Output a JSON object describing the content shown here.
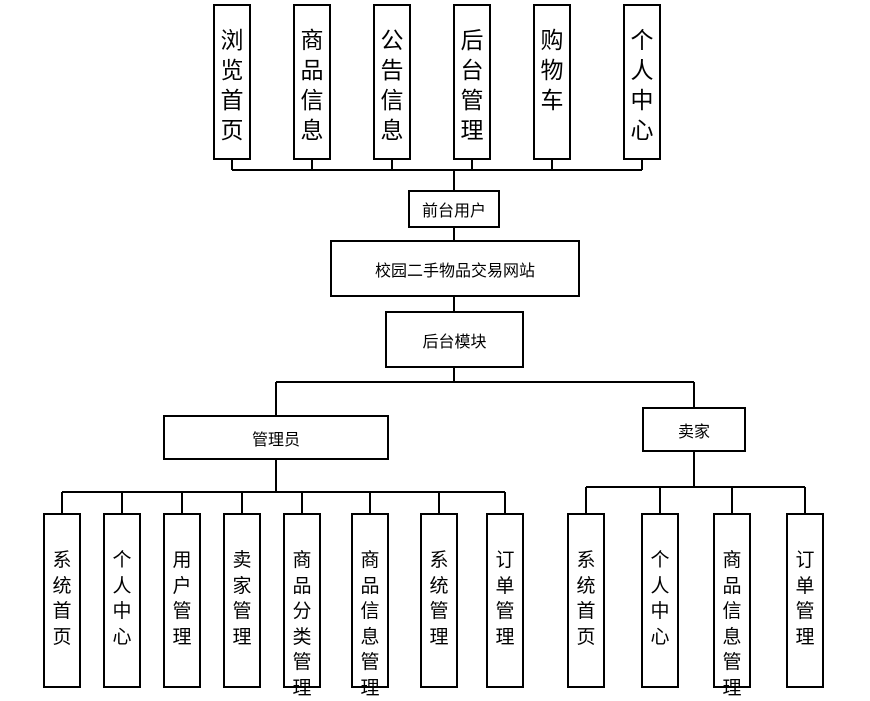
{
  "diagram": {
    "front_modules": [
      "浏览首页",
      "商品信息",
      "公告信息",
      "后台管理",
      "购物车",
      "个人中心"
    ],
    "front_user": "前台用户",
    "site": "校园二手物品交易网站",
    "backend": "后台模块",
    "admin": "管理员",
    "seller": "卖家",
    "admin_modules": [
      "系统首页",
      "个人中心",
      "用户管理",
      "卖家管理",
      "商品分类管理",
      "商品信息管理",
      "系统管理",
      "订单管理"
    ],
    "seller_modules": [
      "系统首页",
      "个人中心",
      "商品信息管理",
      "订单管理"
    ]
  }
}
